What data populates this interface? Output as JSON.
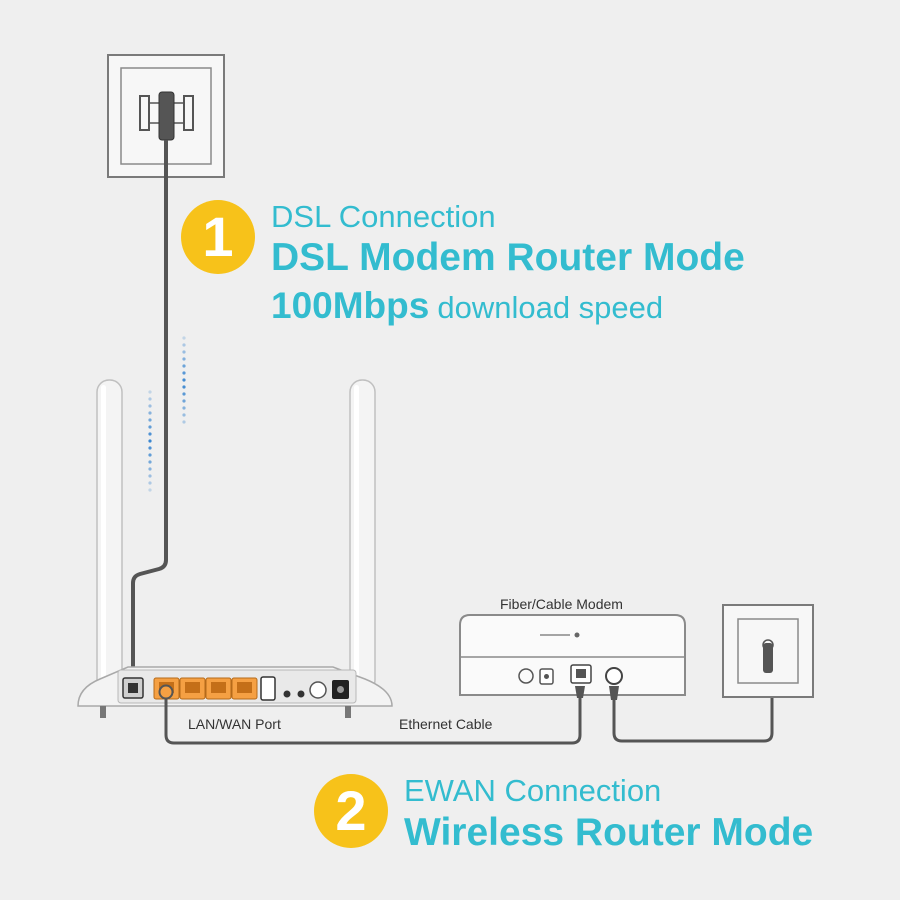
{
  "connection_1": {
    "number": "1",
    "type": "DSL Connection",
    "mode": "DSL Modem Router Mode",
    "speed_value": "100Mbps",
    "speed_label": "download speed"
  },
  "connection_2": {
    "number": "2",
    "type": "EWAN Connection",
    "mode": "Wireless Router Mode"
  },
  "labels": {
    "modem": "Fiber/Cable Modem",
    "port": "LAN/WAN Port",
    "cable": "Ethernet Cable"
  },
  "colors": {
    "accent_text": "#33bccf",
    "badge": "#f7c21a",
    "background": "#efefef",
    "lan_ports": "#f5a043",
    "signal": "#3a86d0"
  }
}
